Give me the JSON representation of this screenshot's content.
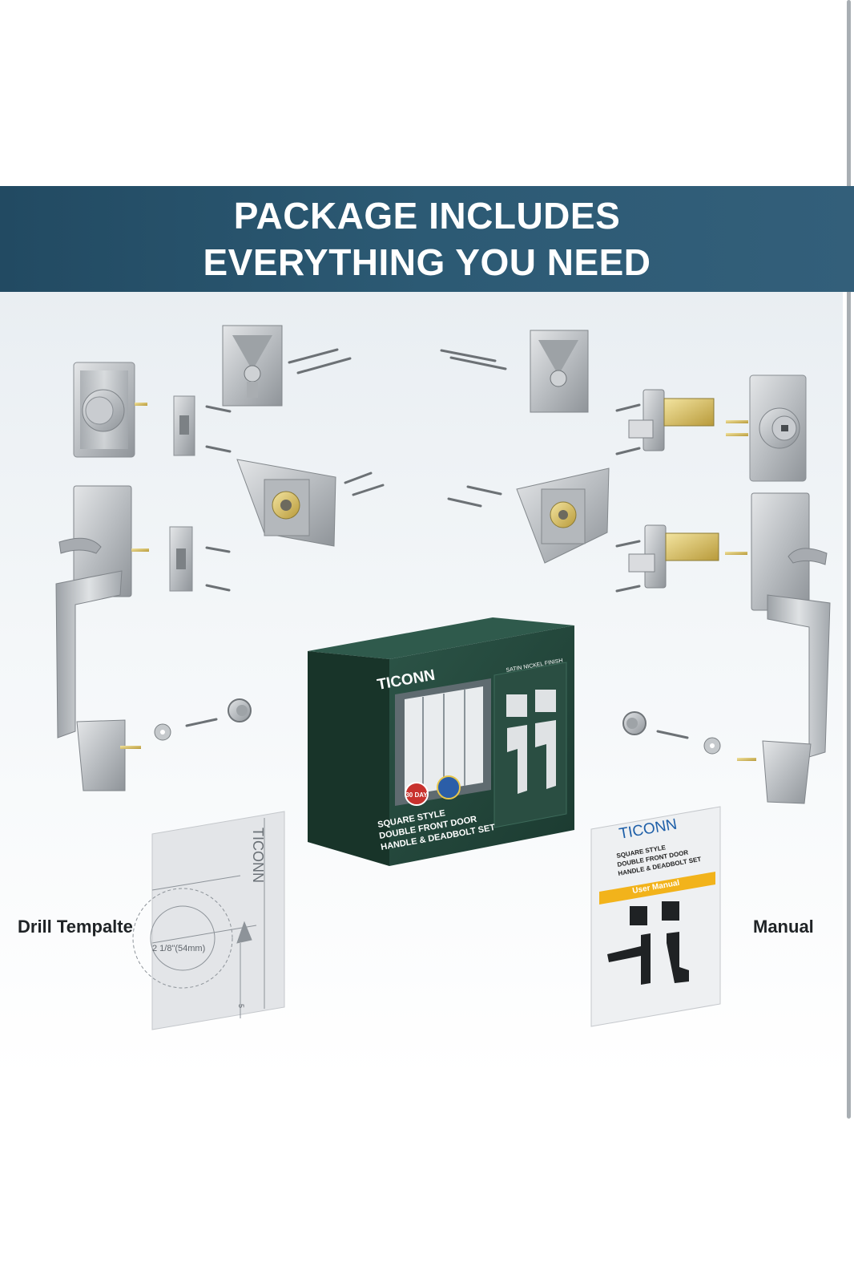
{
  "banner": {
    "line1": "PACKAGE INCLUDES",
    "line2": "EVERYTHING YOU NEED"
  },
  "labels": {
    "left": "Drill Tempalte",
    "right": "Manual"
  },
  "box": {
    "brand": "TICONN",
    "finish": "SATIN NICKEL FINISH",
    "title_lines": [
      "SQUARE STYLE",
      "DOUBLE FRONT DOOR",
      "HANDLE & DEADBOLT SET"
    ],
    "badge_days": "30 DAY"
  },
  "manual": {
    "brand": "TICONN",
    "title_lines": [
      "SQUARE STYLE",
      "DOUBLE FRONT DOOR",
      "HANDLE & DEADBOLT SET"
    ],
    "tag": "User Manual"
  },
  "template": {
    "brand": "TICONN",
    "measure": "2 1/8\"(54mm)",
    "page_mark": "5"
  },
  "colors": {
    "banner": "#2c5a74",
    "box_green": "#23443a",
    "metal": "#c7cacd",
    "manual_yellow": "#f2b31b"
  }
}
